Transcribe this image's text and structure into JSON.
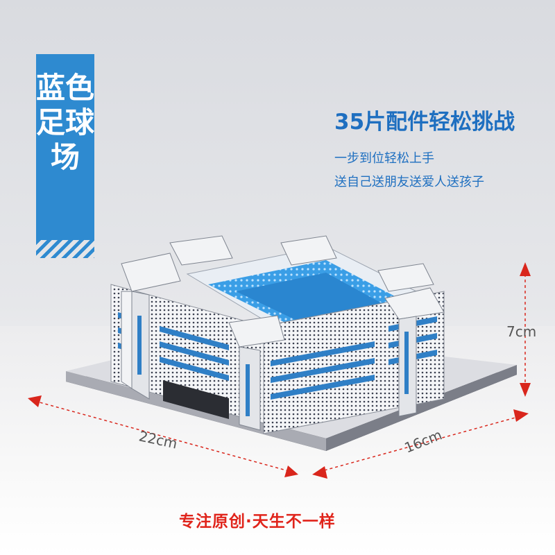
{
  "banner": {
    "title": "蓝色足球场"
  },
  "headline": "35片配件轻松挑战",
  "sublines": [
    "一步到位轻松上手",
    "送自己送朋友送爱人送孩子"
  ],
  "dimensions": {
    "height": "7cm",
    "width": "22cm",
    "depth": "16cm"
  },
  "slogan": "专注原创·天生不一样",
  "colors": {
    "accent": "#2e8ad0",
    "headline": "#1e6fc0",
    "dimension_arrows": "#d9261c",
    "slogan": "#e0241b"
  }
}
